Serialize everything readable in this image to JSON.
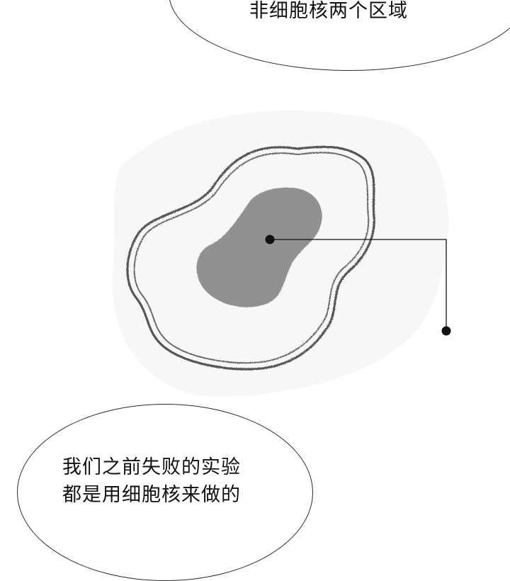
{
  "panel_top": {
    "speech_text": "非细胞核两个区域"
  },
  "illustration": {
    "subject": "cell-sketch",
    "parts": [
      "cell-membrane",
      "cytoplasm",
      "nucleus"
    ],
    "pointer": "nucleus-pointer",
    "colors": {
      "outline": "#4a4a4a",
      "nucleus_fill": "#8f8f8f",
      "pointer": "#111111",
      "paper_shading": "#f1f1f1"
    }
  },
  "panel_bottom": {
    "speech_line_1": "我们之前失败的实验",
    "speech_line_2": "都是用细胞核来做的"
  }
}
